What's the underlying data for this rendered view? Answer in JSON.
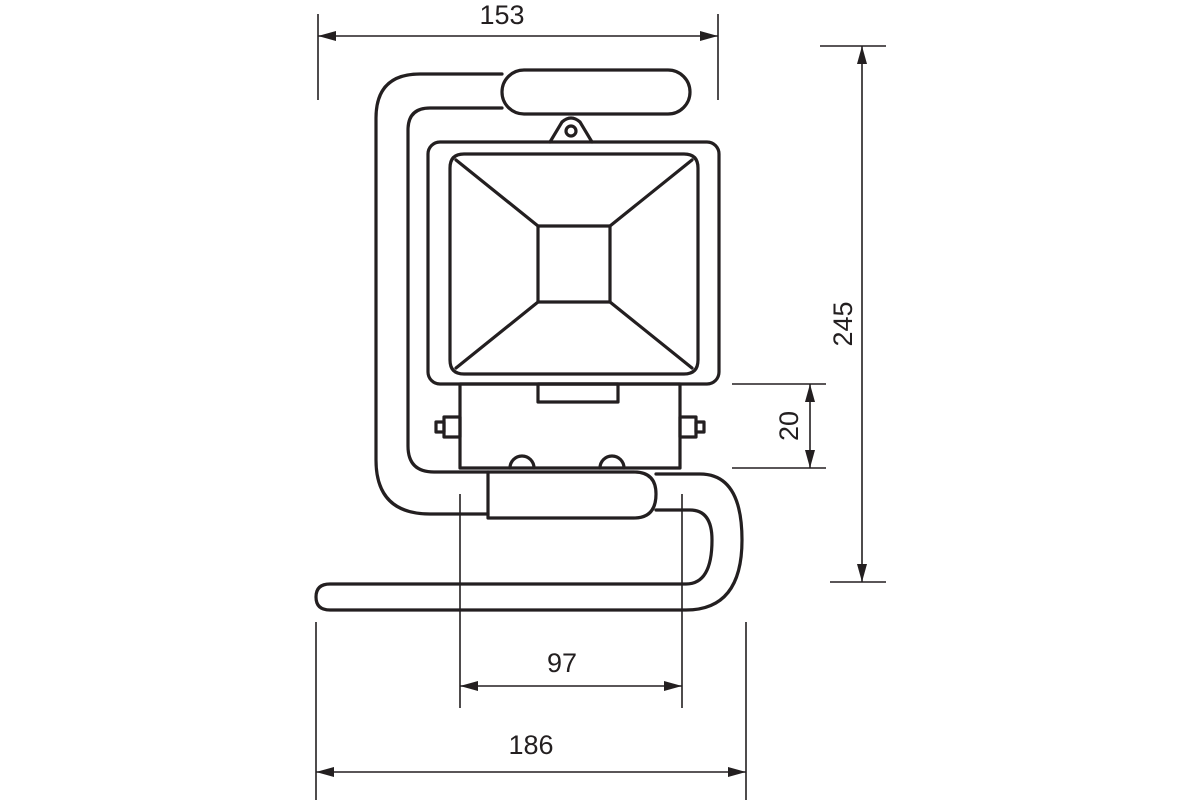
{
  "dimensions": {
    "top_width": "153",
    "total_height": "245",
    "bracket_height": "20",
    "base_inner_width": "97",
    "base_total_width": "186"
  },
  "colors": {
    "line": "#231f20",
    "background": "#ffffff"
  }
}
